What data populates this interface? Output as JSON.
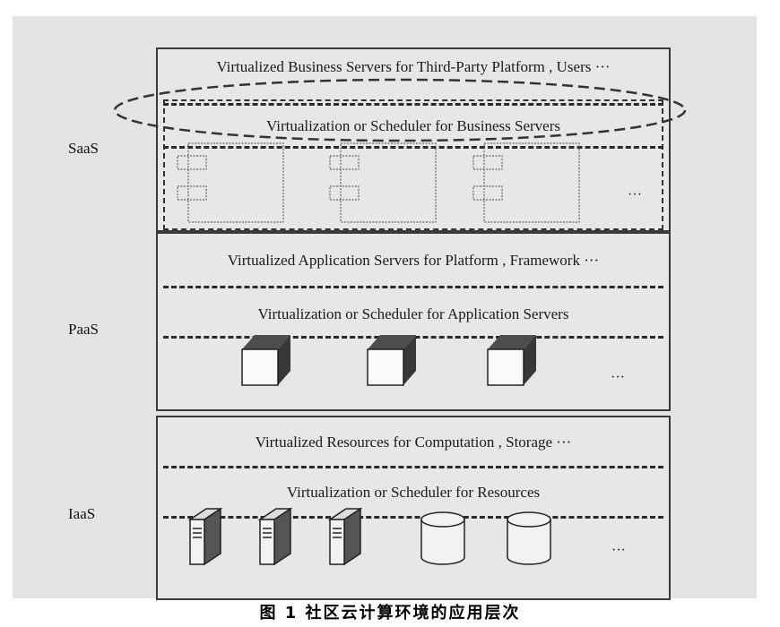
{
  "layers": {
    "saas": {
      "name": "SaaS",
      "top_text": "Virtualized Business Servers for Third-Party Platform , Users  ···",
      "scheduler_text": "Virtualization or Scheduler for Business Servers",
      "more": "···"
    },
    "paas": {
      "name": "PaaS",
      "top_text": "Virtualized Application Servers for Platform , Framework  ···",
      "scheduler_text": "Virtualization or Scheduler for Application Servers",
      "more": "···"
    },
    "iaas": {
      "name": "IaaS",
      "top_text": "Virtualized Resources for Computation , Storage   ···",
      "scheduler_text": "Virtualization or Scheduler for Resources",
      "more": "···"
    }
  },
  "caption": "图 1   社区云计算环境的应用层次"
}
